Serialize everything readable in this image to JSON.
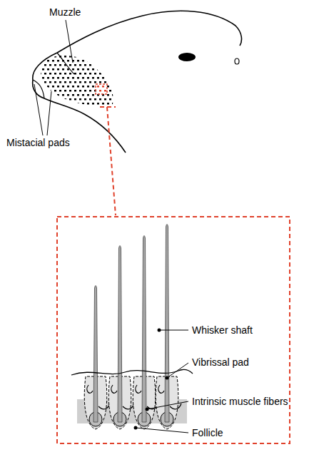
{
  "diagram": {
    "labels": [
      "Muzzle",
      "Mistacial pads",
      "Whisker shaft",
      "Vibrissal pad",
      "Intrinsic muscle fibers",
      "Follicle"
    ]
  }
}
